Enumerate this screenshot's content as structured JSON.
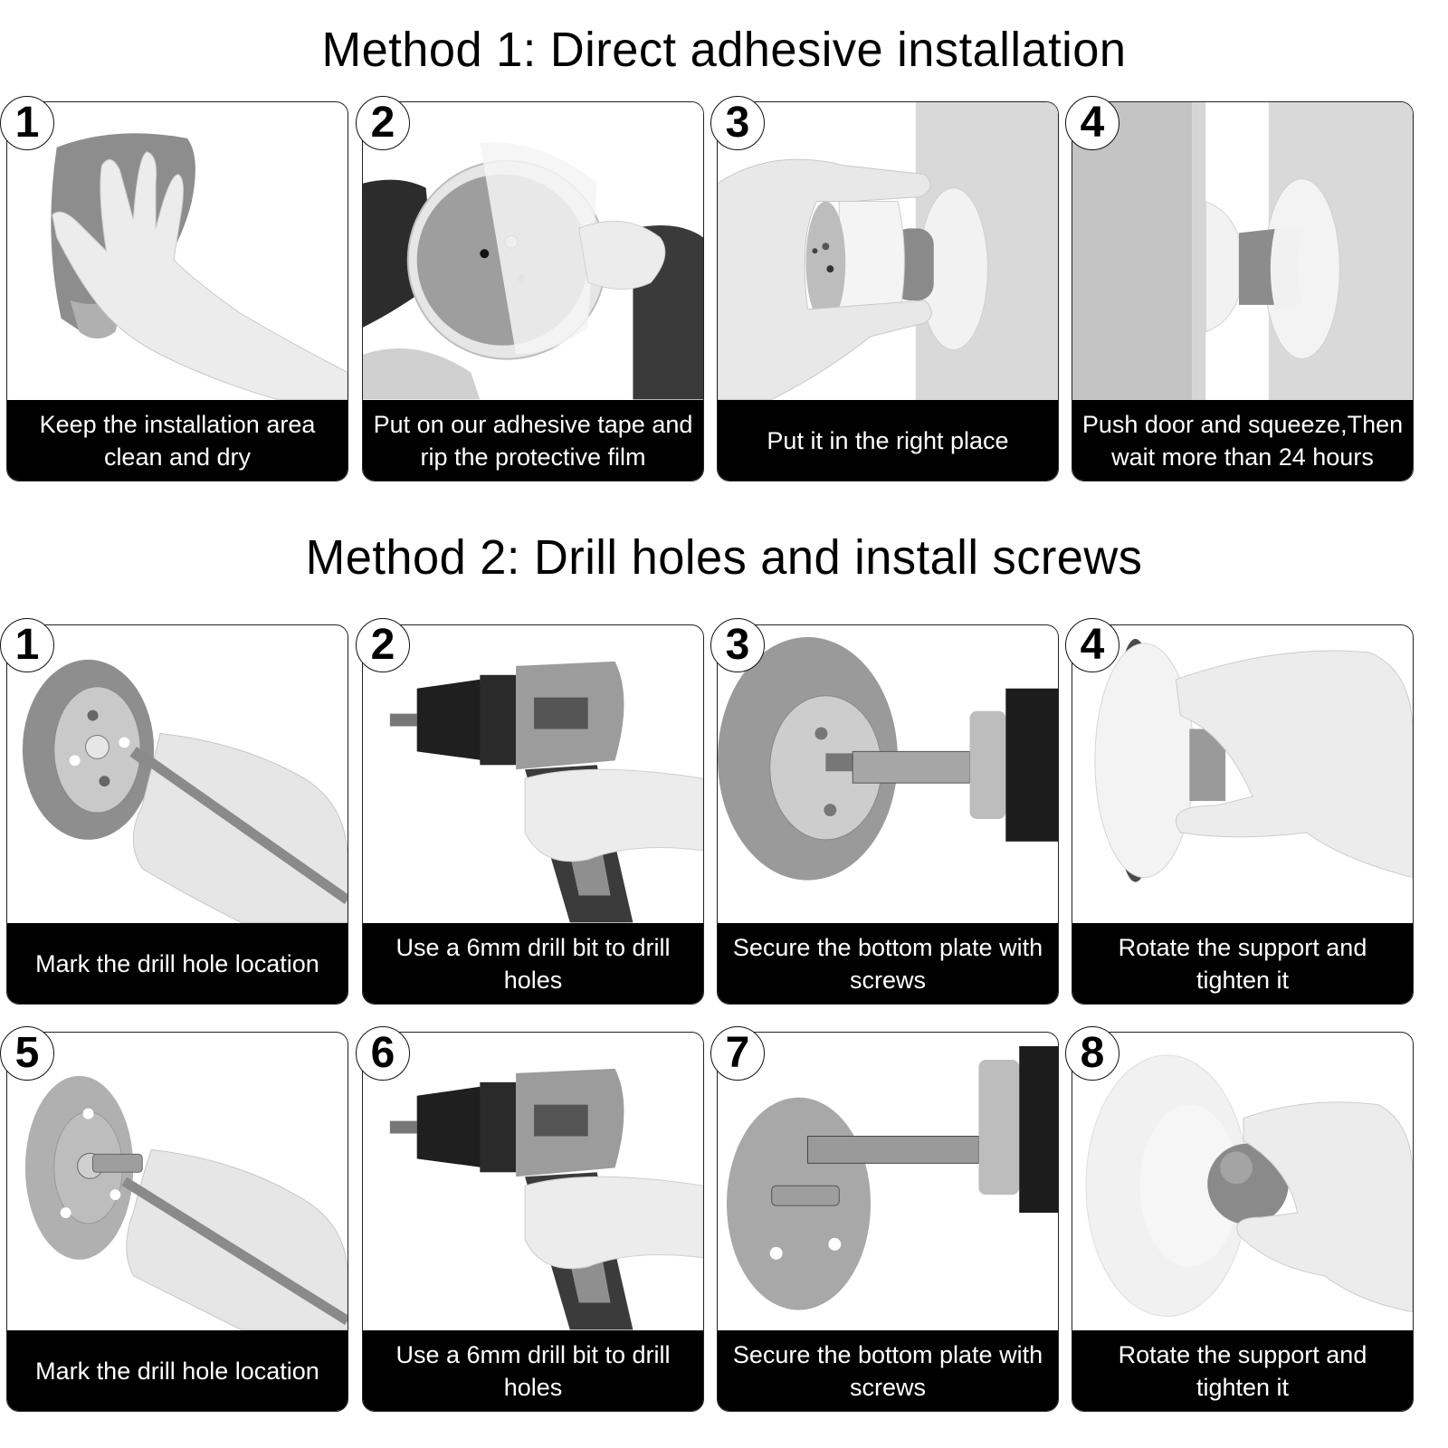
{
  "method1": {
    "title": "Method 1: Direct adhesive installation",
    "steps": [
      {
        "number": "1",
        "caption": "Keep the installation area clean and dry",
        "illustration": "hand-wiping-cloth"
      },
      {
        "number": "2",
        "caption": "Put on our adhesive tape and rip the protective film",
        "illustration": "peeling-adhesive-film"
      },
      {
        "number": "3",
        "caption": "Put it in the right place",
        "illustration": "placing-stopper-on-wall"
      },
      {
        "number": "4",
        "caption": "Push door and squeeze,Then wait more than 24 hours",
        "illustration": "door-pressing-stopper"
      }
    ]
  },
  "method2": {
    "title": "Method 2: Drill holes and install screws",
    "steps": [
      {
        "number": "1",
        "caption": "Mark the drill hole location",
        "illustration": "marking-with-pencil"
      },
      {
        "number": "2",
        "caption": "Use a 6mm drill bit to drill holes",
        "illustration": "cordless-drill"
      },
      {
        "number": "3",
        "caption": "Secure the bottom plate with screws",
        "illustration": "screwdriver-on-plate"
      },
      {
        "number": "4",
        "caption": "Rotate the support and tighten it",
        "illustration": "rotating-support"
      },
      {
        "number": "5",
        "caption": "Mark the drill hole location",
        "illustration": "marking-with-pencil"
      },
      {
        "number": "6",
        "caption": "Use a 6mm drill bit to drill holes",
        "illustration": "cordless-drill"
      },
      {
        "number": "7",
        "caption": "Secure the bottom plate with screws",
        "illustration": "screwdriver-on-plate"
      },
      {
        "number": "8",
        "caption": "Rotate the support and tighten it",
        "illustration": "rotating-ball-support"
      }
    ]
  },
  "colors": {
    "caption_bg": "#000000",
    "caption_text": "#ffffff",
    "panel_border": "#222222",
    "wall_gray": "#d9d9d9",
    "door_gray": "#c4c4c4"
  }
}
